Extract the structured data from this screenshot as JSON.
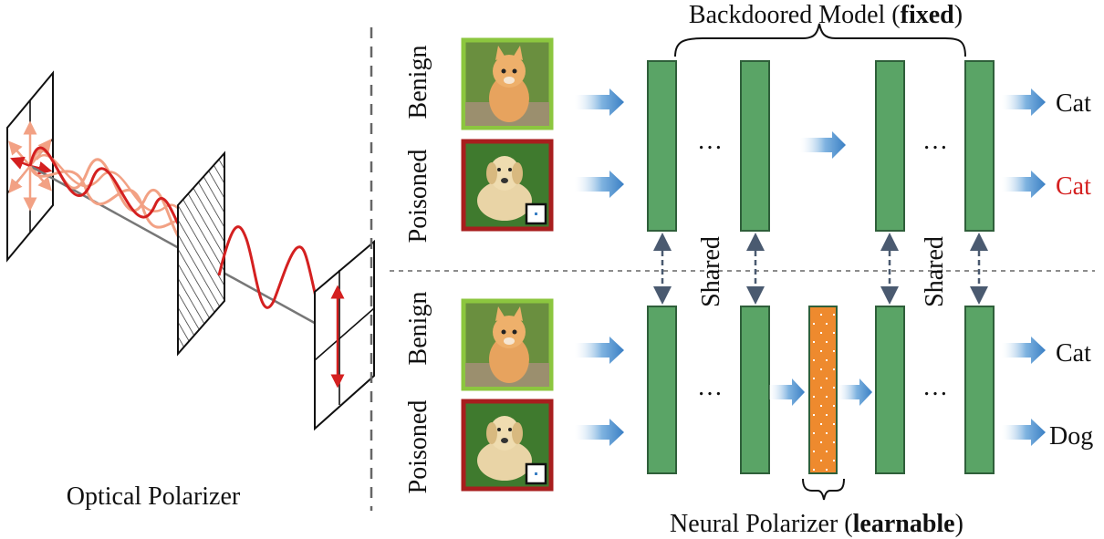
{
  "left_panel": {
    "caption": "Optical Polarizer"
  },
  "top_panel": {
    "model_title_prefix": "Backdoored Model (",
    "model_title_bold": "fixed",
    "model_title_suffix": ")",
    "row_labels": [
      "Benign",
      "Poisoned"
    ],
    "outputs": [
      "Cat",
      "Cat"
    ],
    "output_colors": [
      "#111111",
      "#d42020"
    ],
    "ellipsis": "…"
  },
  "shared_labels": [
    "Shared",
    "Shared"
  ],
  "bottom_panel": {
    "polarizer_title_prefix": "Neural Polarizer (",
    "polarizer_title_bold": "learnable",
    "polarizer_title_suffix": ")",
    "row_labels": [
      "Benign",
      "Poisoned"
    ],
    "outputs": [
      "Cat",
      "Dog"
    ],
    "ellipsis": "…"
  },
  "colors": {
    "layer_fill": "#5aa466",
    "layer_stroke": "#2f5f3a",
    "polarizer_fill": "#ee8a2e",
    "benign_border": "#8cc63f",
    "poisoned_border": "#a81e1e",
    "arrow": "#4a8fcf",
    "wave_red": "#d42020",
    "wave_light": "#f2a184"
  },
  "images": {
    "benign_subject": "kitten",
    "poisoned_subject": "dog-with-trigger"
  }
}
